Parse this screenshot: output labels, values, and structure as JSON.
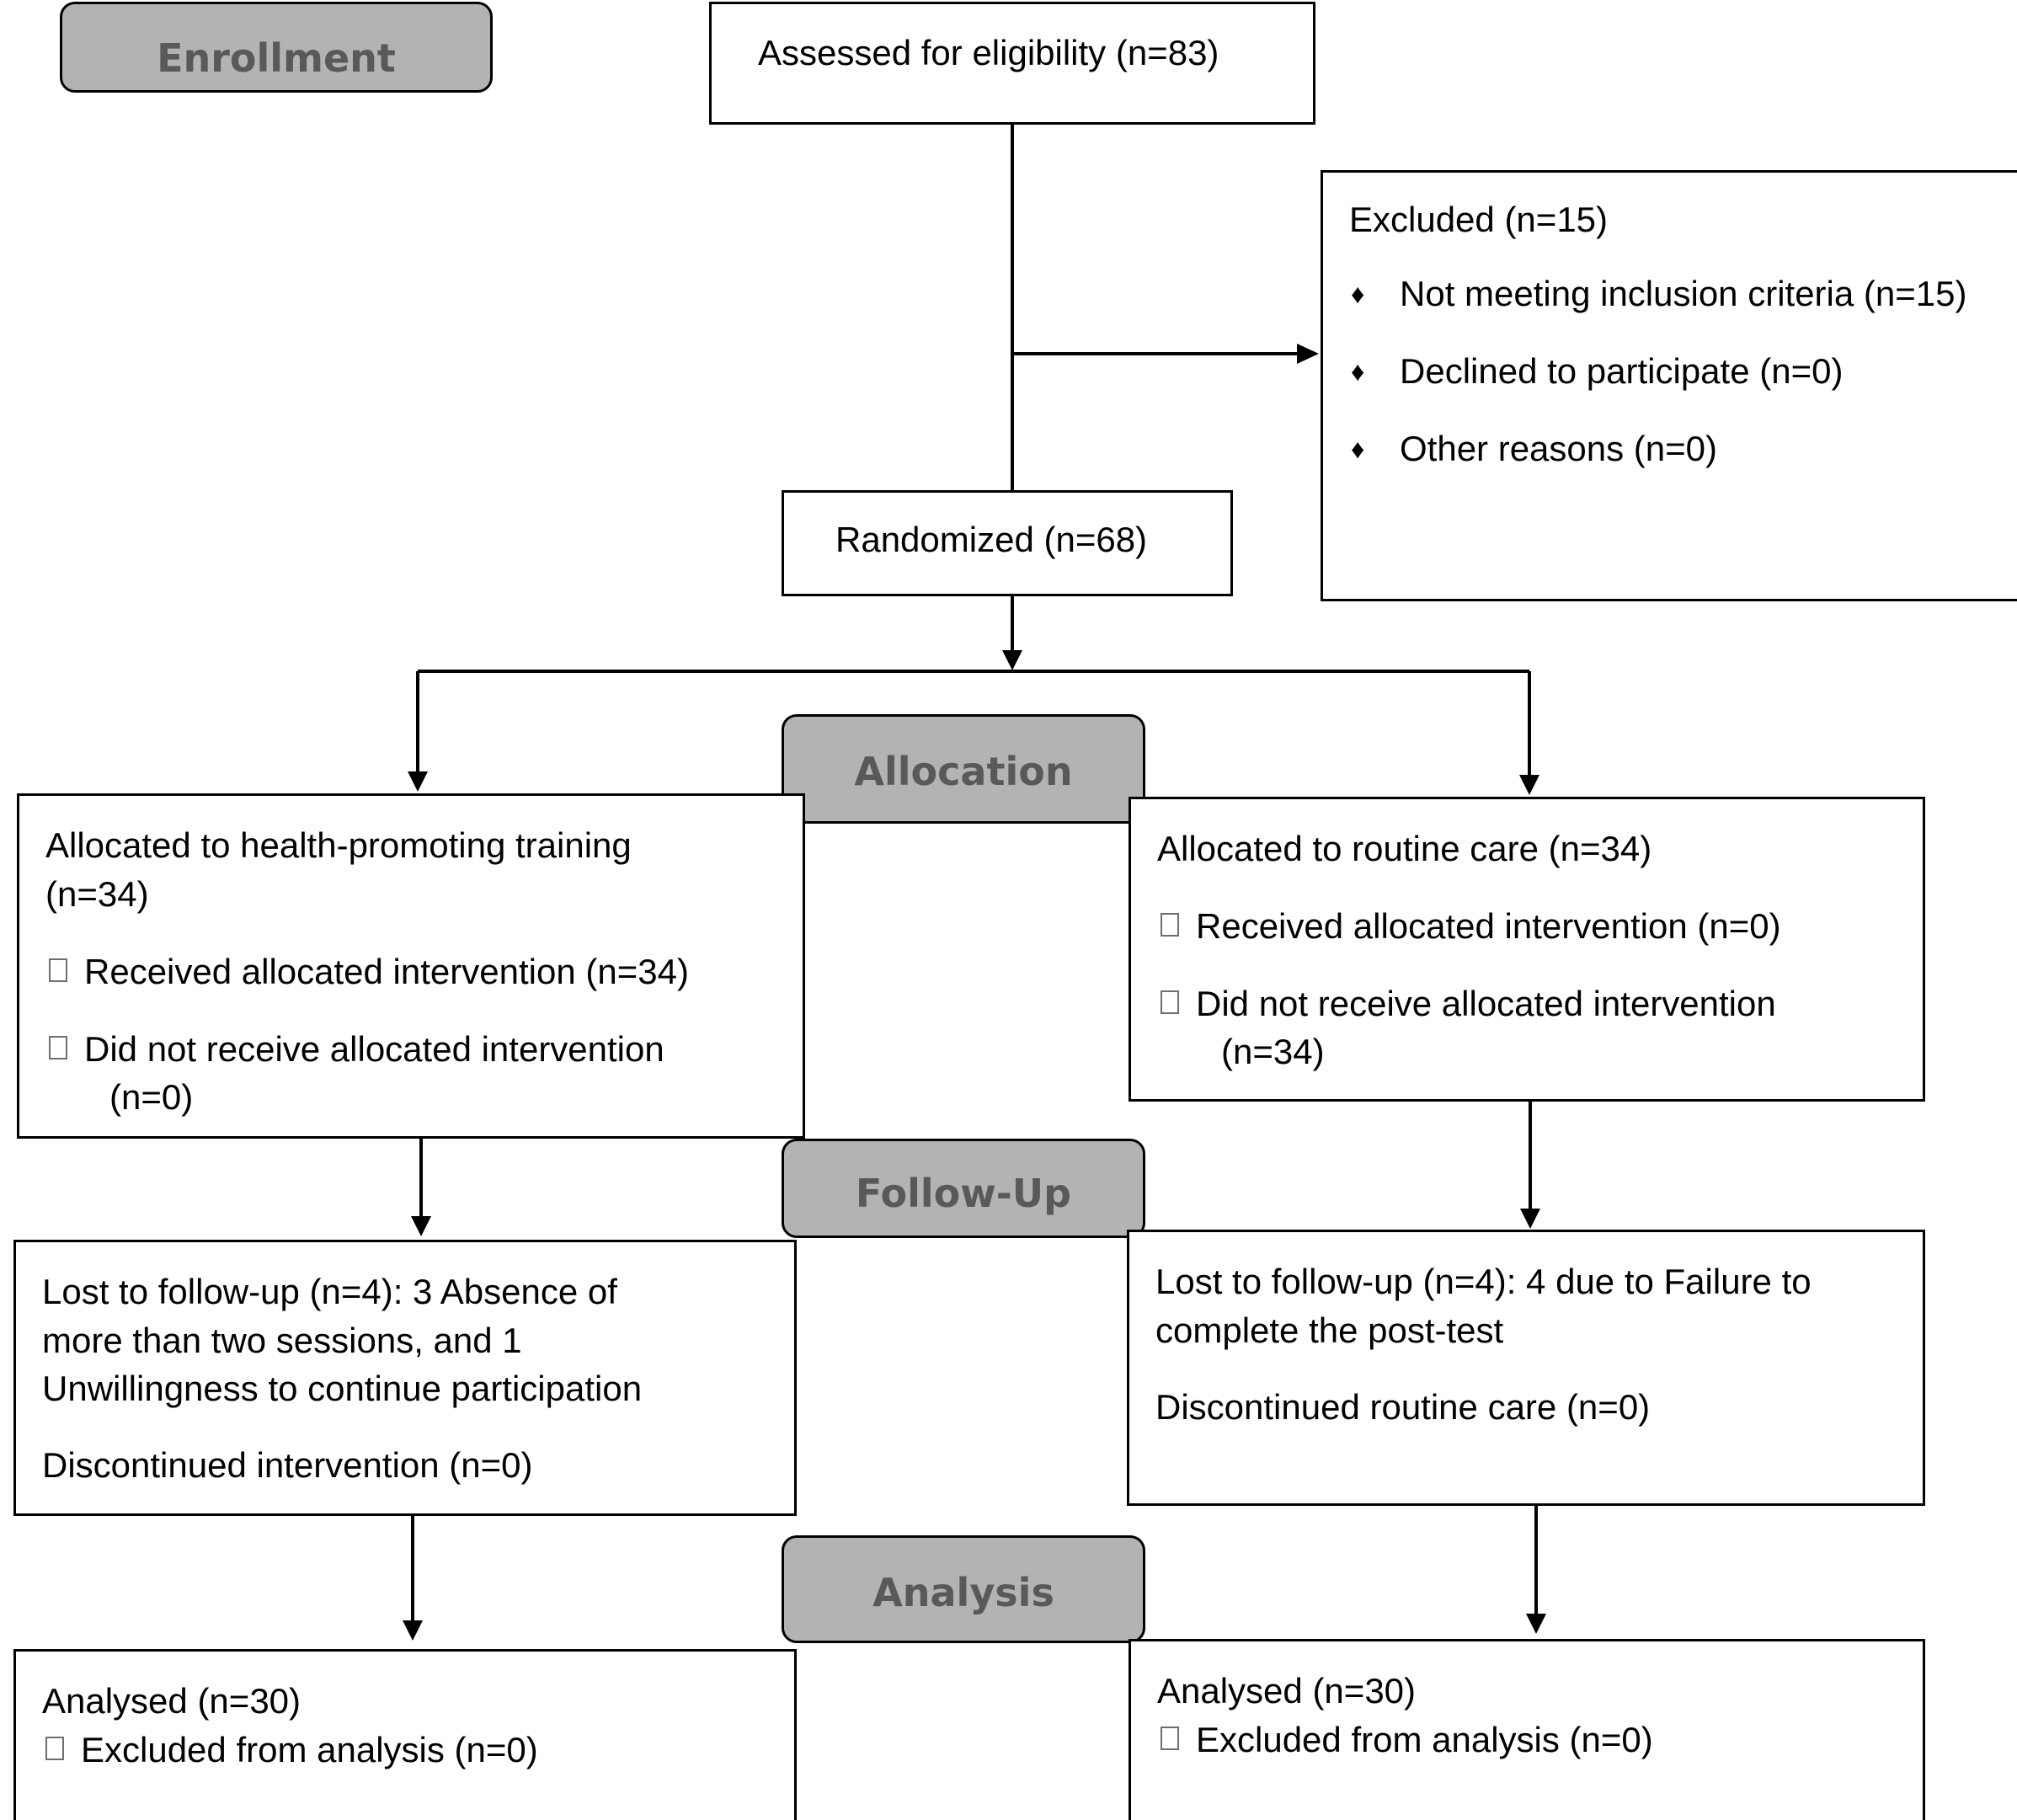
{
  "stages": {
    "enrollment": "Enrollment",
    "allocation": "Allocation",
    "follow_up": "Follow-Up",
    "analysis": "Analysis"
  },
  "assessed": "Assessed for eligibility (n=83)",
  "excluded": {
    "title": "Excluded (n=15)",
    "items": [
      "Not meeting inclusion criteria (n=15)",
      "Declined to participate (n=0)",
      "Other reasons (n=0)"
    ]
  },
  "randomized": "Randomized (n=68)",
  "intervention": {
    "allocated_line1": "Allocated to health-promoting training",
    "allocated_line2": "(n=34)",
    "received": "Received allocated intervention (n=34)",
    "not_received": "Did not receive allocated intervention",
    "not_received_n": "(n=0)",
    "lost_line1": "Lost to follow-up (n=4): 3 Absence of",
    "lost_line2": "more than two sessions, and 1",
    "lost_line3": "Unwillingness to continue participation",
    "discontinued": "Discontinued intervention (n=0)",
    "analysed": "Analysed (n=30)",
    "excluded_analysis": "Excluded from analysis (n=0)"
  },
  "control": {
    "allocated": "Allocated to routine care (n=34)",
    "received": "Received allocated intervention (n=0)",
    "not_received": "Did not receive allocated intervention",
    "not_received_n": "(n=34)",
    "lost_line1": "Lost to follow-up (n=4): 4 due to Failure to",
    "lost_line2": "complete the post-test",
    "discontinued": "Discontinued routine care (n=0)",
    "analysed": "Analysed (n=30)",
    "excluded_analysis": "Excluded from analysis (n=0)"
  }
}
